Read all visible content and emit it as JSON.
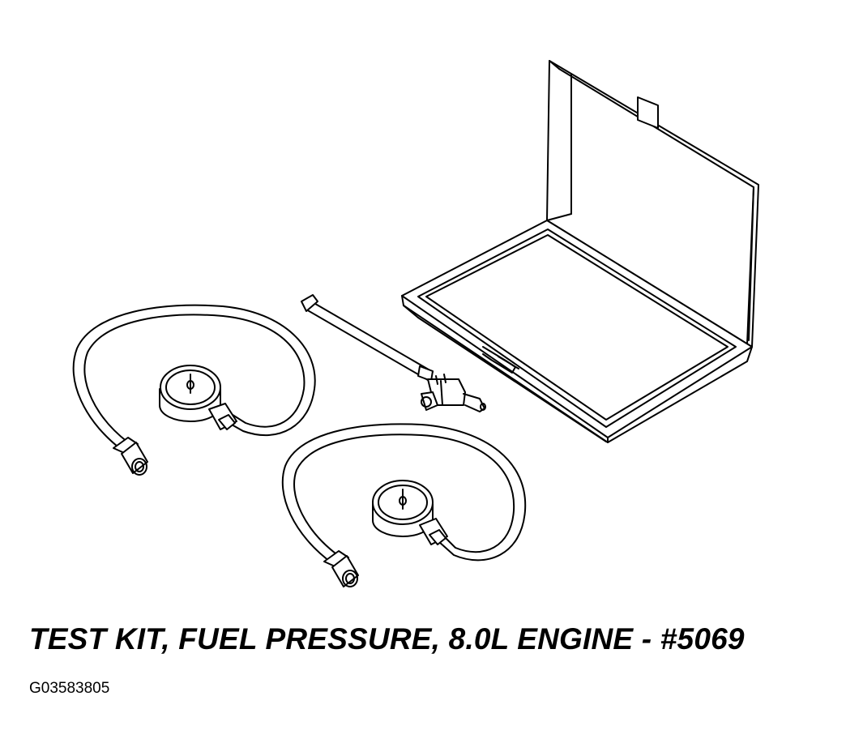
{
  "caption": "TEST KIT, FUEL PRESSURE, 8.0L ENGINE - #5069",
  "figure_code": "G03583805",
  "colors": {
    "ink": "#000000",
    "paper": "#ffffff"
  },
  "components": [
    {
      "name": "carrying-case",
      "description_hidden": true
    },
    {
      "name": "fuel-pressure-gauge-left"
    },
    {
      "name": "fuel-pressure-gauge-right"
    },
    {
      "name": "adapter-hose"
    }
  ]
}
